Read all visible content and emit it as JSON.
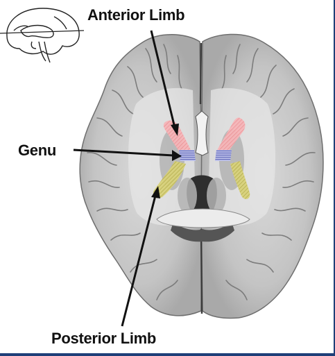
{
  "labels": {
    "anterior": "Anterior Limb",
    "genu": "Genu",
    "posterior": "Posterior Limb"
  },
  "colors": {
    "anterior_limb": "#f3a5a8",
    "genu": "#8a8fcf",
    "posterior_limb": "#c9c25a",
    "tissue": "#c9c9c9",
    "border": "#1f3f78"
  },
  "icons": [
    "brain-sagittal-icon"
  ]
}
